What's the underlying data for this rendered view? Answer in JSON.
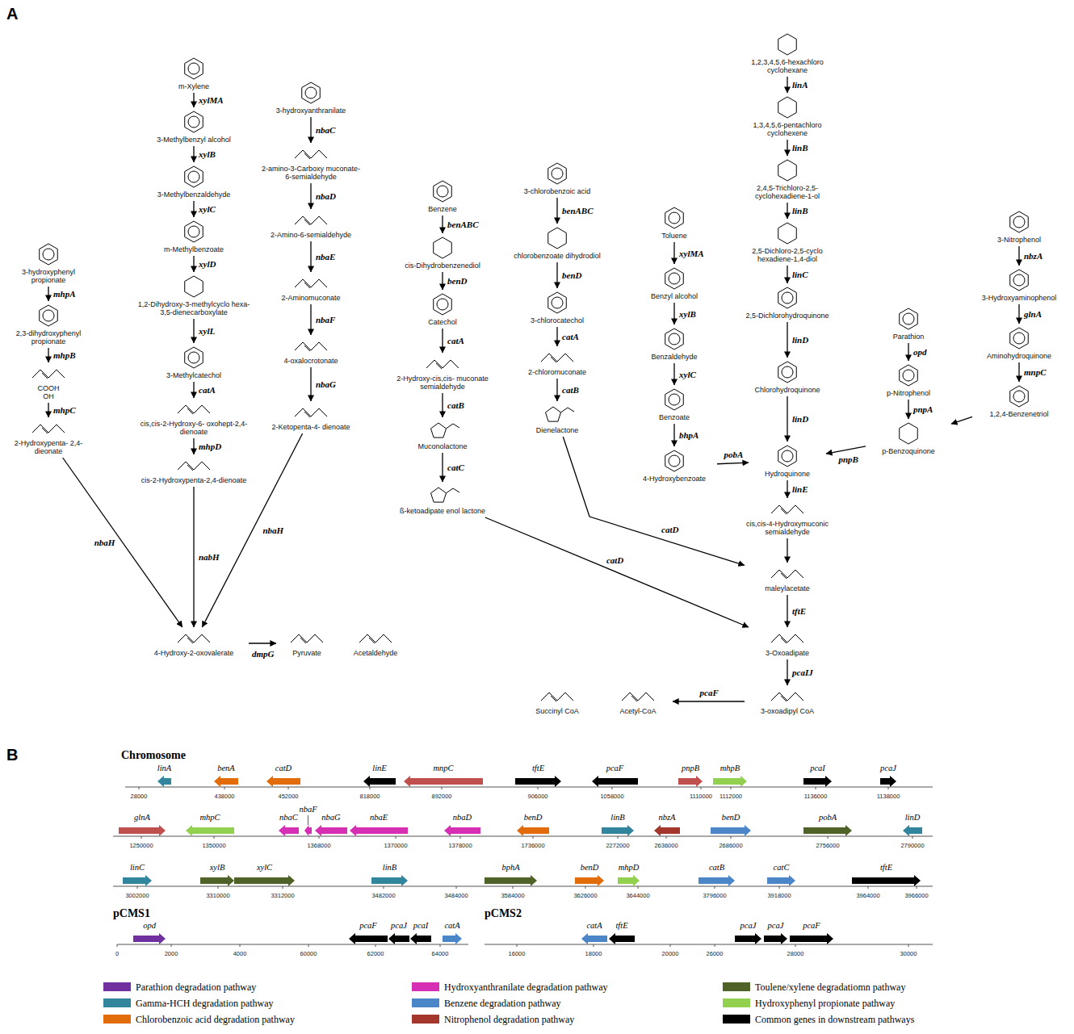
{
  "diagram": {
    "nodes": [
      {
        "text": [
          "3-hydroxyphenyl propionate"
        ]
      },
      {
        "text": [
          "2,3-dihydroxyphenyl propionate"
        ]
      },
      {
        "text": [
          "COOH",
          "OH"
        ]
      },
      {
        "text": [
          "2-Hydroxypenta- 2,4-dieonate"
        ]
      },
      {
        "text": [
          "m-Xylene"
        ]
      },
      {
        "text": [
          "3-Methylbenzyl alcohol"
        ]
      },
      {
        "text": [
          "3-Methylbenzaldehyde"
        ]
      },
      {
        "text": [
          "m-Methylbenzoate"
        ]
      },
      {
        "text": [
          "1,2-Dihydroxy-3-methylcyclo hexa-3,5-dienecarboxylate"
        ]
      },
      {
        "text": [
          "3-Methylcatechol"
        ]
      },
      {
        "text": [
          "cis,cis-2-Hydroxy-6- oxohept-2,4-dienoate"
        ]
      },
      {
        "text": [
          "cis-2-Hydroxypenta-2,4-dienoate"
        ]
      },
      {
        "text": [
          "3-hydroxyanthranilate"
        ]
      },
      {
        "text": [
          "2-amino-3-Carboxy muconate-6-semialdehyde"
        ]
      },
      {
        "text": [
          "2-Amino-6-semialdehyde"
        ]
      },
      {
        "text": [
          "2-Aminomuconate"
        ]
      },
      {
        "text": [
          "4-oxalocrotonate"
        ]
      },
      {
        "text": [
          "2-Ketopenta-4- dienoate"
        ]
      },
      {
        "text": [
          "4-Hydroxy-2-oxovalerate"
        ]
      },
      {
        "text": [
          "Pyruvate"
        ]
      },
      {
        "text": [
          "Acetaldehyde"
        ]
      },
      {
        "text": [
          "Benzene"
        ]
      },
      {
        "text": [
          "cis-Dihydrobenzenediol"
        ]
      },
      {
        "text": [
          "Catechol"
        ]
      },
      {
        "text": [
          "2-Hydroxy-cis,cis- muconate semialdehyde"
        ]
      },
      {
        "text": [
          "Muconolactone"
        ]
      },
      {
        "text": [
          "ß-ketoadipate enol lactone"
        ]
      },
      {
        "text": [
          "3-chlorobenzoic acid"
        ]
      },
      {
        "text": [
          "chlorobenzoate dihydrodiol"
        ]
      },
      {
        "text": [
          "3-chlorocatechol"
        ]
      },
      {
        "text": [
          "2-chloromuconate"
        ]
      },
      {
        "text": [
          "Dienelactone"
        ]
      },
      {
        "text": [
          "Toluene"
        ]
      },
      {
        "text": [
          "Benzyl alcohol"
        ]
      },
      {
        "text": [
          "Benzaldehyde"
        ]
      },
      {
        "text": [
          "Benzoate"
        ]
      },
      {
        "text": [
          "4-Hydroxybenzoate"
        ]
      },
      {
        "text": [
          "1,2,3,4,5,6-hexachloro cyclohexane"
        ]
      },
      {
        "text": [
          "1,3,4,5,6-pentachloro cyclohexene"
        ]
      },
      {
        "text": [
          "2,4,5-Trichloro-2,5- cyclohexadiene-1-ol"
        ]
      },
      {
        "text": [
          "2,5-Dichloro-2,5-cyclo hexadiene-1,4-diol"
        ]
      },
      {
        "text": [
          "2,5-Dichlorohydroquinone"
        ]
      },
      {
        "text": [
          "Chlorohydroquinone"
        ]
      },
      {
        "text": [
          "Hydroquinone"
        ]
      },
      {
        "text": [
          "cis,cis-4-Hydroxymuconic semialdehyde"
        ]
      },
      {
        "text": [
          "maleylacetate"
        ]
      },
      {
        "text": [
          "3-Oxoadipate"
        ]
      },
      {
        "text": [
          "3-oxoadipyl CoA"
        ]
      },
      {
        "text": [
          "Acetyl-CoA"
        ]
      },
      {
        "text": [
          "Succinyl CoA"
        ]
      },
      {
        "text": [
          "Parathion"
        ]
      },
      {
        "text": [
          "p-Nitrophenol"
        ]
      },
      {
        "text": [
          "p-Benzoquinone"
        ]
      },
      {
        "text": [
          "3-Nitrophenol"
        ]
      },
      {
        "text": [
          "3-Hydroxyaminophenol"
        ]
      },
      {
        "text": [
          "Aminohydroquinone"
        ]
      },
      {
        "text": [
          "1,2,4-Benzenetriol"
        ]
      }
    ],
    "edges": [
      {
        "from": 0,
        "to": 1,
        "arrow": "to",
        "label": "mhpA"
      },
      {
        "from": 1,
        "to": 2,
        "arrow": "to",
        "label": "mhpB"
      },
      {
        "from": 2,
        "to": 3,
        "arrow": "to",
        "label": "mhpC"
      },
      {
        "from": 3,
        "to": 18,
        "arrow": "to",
        "label": "nbaH"
      },
      {
        "from": 4,
        "to": 5,
        "arrow": "to",
        "label": "xylMA"
      },
      {
        "from": 5,
        "to": 6,
        "arrow": "to",
        "label": "xylB"
      },
      {
        "from": 6,
        "to": 7,
        "arrow": "to",
        "label": "xylC"
      },
      {
        "from": 7,
        "to": 8,
        "arrow": "to",
        "label": "xylD"
      },
      {
        "from": 8,
        "to": 9,
        "arrow": "to",
        "label": "xylL"
      },
      {
        "from": 9,
        "to": 10,
        "arrow": "to",
        "label": "catA"
      },
      {
        "from": 10,
        "to": 11,
        "arrow": "to",
        "label": "mhpD"
      },
      {
        "from": 11,
        "to": 18,
        "arrow": "to",
        "label": "nabH"
      },
      {
        "from": 12,
        "to": 13,
        "arrow": "to",
        "label": "nbaC"
      },
      {
        "from": 13,
        "to": 14,
        "arrow": "to",
        "label": "nbaD"
      },
      {
        "from": 14,
        "to": 15,
        "arrow": "to",
        "label": "nbaE"
      },
      {
        "from": 15,
        "to": 16,
        "arrow": "to",
        "label": "nbaF"
      },
      {
        "from": 16,
        "to": 17,
        "arrow": "to",
        "label": "nbaG"
      },
      {
        "from": 17,
        "to": 18,
        "arrow": "to",
        "label": "nbaH"
      },
      {
        "from": 18,
        "to": 19,
        "arrow": "to",
        "label": "dmpG"
      },
      {
        "from": 21,
        "to": 22,
        "arrow": "to",
        "label": "benABC"
      },
      {
        "from": 22,
        "to": 23,
        "arrow": "to",
        "label": "benD"
      },
      {
        "from": 23,
        "to": 24,
        "arrow": "to",
        "label": "catA"
      },
      {
        "from": 24,
        "to": 25,
        "arrow": "to",
        "label": "catB"
      },
      {
        "from": 25,
        "to": 26,
        "arrow": "to",
        "label": "catC"
      },
      {
        "from": 26,
        "to": 46,
        "arrow": "to",
        "label": "catD"
      },
      {
        "from": 27,
        "to": 28,
        "arrow": "to",
        "label": "benABC"
      },
      {
        "from": 28,
        "to": 29,
        "arrow": "to",
        "label": "benD"
      },
      {
        "from": 29,
        "to": 30,
        "arrow": "to",
        "label": "catA"
      },
      {
        "from": 30,
        "to": 31,
        "arrow": "to",
        "label": "catB"
      },
      {
        "from": 31,
        "to": 45,
        "arrow": "to",
        "label": "catD"
      },
      {
        "from": 32,
        "to": 33,
        "arrow": "to",
        "label": "xylMA"
      },
      {
        "from": 33,
        "to": 34,
        "arrow": "to",
        "label": "xylB"
      },
      {
        "from": 34,
        "to": 35,
        "arrow": "to",
        "label": "xylC"
      },
      {
        "from": 35,
        "to": 36,
        "arrow": "to",
        "label": "bhpA"
      },
      {
        "from": 36,
        "to": 43,
        "arrow": "to",
        "label": "pobA"
      },
      {
        "from": 37,
        "to": 38,
        "arrow": "to",
        "label": "linA"
      },
      {
        "from": 38,
        "to": 39,
        "arrow": "to",
        "label": "linB"
      },
      {
        "from": 39,
        "to": 40,
        "arrow": "to",
        "label": "linB"
      },
      {
        "from": 40,
        "to": 41,
        "arrow": "to",
        "label": "linC"
      },
      {
        "from": 41,
        "to": 42,
        "arrow": "to",
        "label": "linD"
      },
      {
        "from": 42,
        "to": 43,
        "arrow": "to",
        "label": "linD"
      },
      {
        "from": 43,
        "to": 44,
        "arrow": "to",
        "label": "linE"
      },
      {
        "from": 44,
        "to": 45,
        "arrow": "to"
      },
      {
        "from": 45,
        "to": 46,
        "arrow": "to",
        "label": "tftE"
      },
      {
        "from": 46,
        "to": 47,
        "arrow": "to",
        "label": "pcaIJ"
      },
      {
        "from": 47,
        "to": 48,
        "arrow": "to",
        "label": "pcaF"
      },
      {
        "from": 50,
        "to": 51,
        "arrow": "to",
        "label": "opd"
      },
      {
        "from": 51,
        "to": 52,
        "arrow": "to",
        "label": "pnpA"
      },
      {
        "from": 52,
        "to": 43,
        "arrow": "to",
        "label": "pnpB"
      },
      {
        "from": 53,
        "to": 54,
        "arrow": "to",
        "label": "nbzA"
      },
      {
        "from": 54,
        "to": 55,
        "arrow": "to",
        "label": "glnA"
      },
      {
        "from": 55,
        "to": 56,
        "arrow": "to",
        "label": "mnpC"
      },
      {
        "from": 56,
        "to": 52,
        "arrow": "to"
      }
    ],
    "labels": [
      "A",
      "B",
      "Chromosome",
      "pCMS1",
      "pCMS2",
      "linA",
      "benA",
      "catD",
      "linE",
      "mnpC",
      "tftE",
      "pcaF",
      "pnpB",
      "mhpB",
      "pcaI",
      "pcaJ",
      "28000",
      "438000",
      "452000",
      "818000",
      "892000",
      "906000",
      "1058000",
      "1110000",
      "1112000",
      "1136000",
      "1138000",
      "glnA",
      "mhpC",
      "nbaC",
      "nbaF",
      "nbaG",
      "nbaE",
      "nbaD",
      "benD",
      "linB",
      "nbzA",
      "benD",
      "pobA",
      "linD",
      "1250000",
      "1350000",
      "1368000",
      "1370000",
      "1378000",
      "1736000",
      "2272000",
      "2636000",
      "2686000",
      "2756000",
      "2790000",
      "linC",
      "xylB",
      "xylC",
      "linB",
      "bphA",
      "benD",
      "mhpD",
      "catB",
      "catC",
      "tftE",
      "3002000",
      "3310000",
      "3312000",
      "3482000",
      "3484000",
      "3584000",
      "3626000",
      "3644000",
      "3796000",
      "3918000",
      "3964000",
      "3966000",
      "opd",
      "pcaF",
      "pcaJ",
      "pcaI",
      "catA",
      "0",
      "2000",
      "4000",
      "60000",
      "62000",
      "64000",
      "catA",
      "tftE",
      "pcaJ",
      "pcaJ",
      "pcaF",
      "16000",
      "18000",
      "20000",
      "26000",
      "28000",
      "30000"
    ],
    "legend": [
      {
        "text": "Parathion degradation pathway",
        "color": "#7030a0"
      },
      {
        "text": "Gamma-HCH degradation pathway",
        "color": "#31859c"
      },
      {
        "text": "Chlorobenzoic acid degradation pathway",
        "color": "#e36c0a"
      },
      {
        "text": "Hydroxyanthranilate degradation pathway",
        "color": "#d62fb4"
      },
      {
        "text": "Benzene degradation pathway",
        "color": "#4a86c8"
      },
      {
        "text": "Nitrophenol degradation pathway",
        "color": "#a5362e"
      },
      {
        "text": "Toulene/xylene degradatiomn pathway",
        "color": "#4f6228"
      },
      {
        "text": "Hydroxyphenyl propionate pathway",
        "color": "#92d050"
      },
      {
        "text": "Common genes in downstream pathways",
        "color": "#000000"
      }
    ]
  }
}
